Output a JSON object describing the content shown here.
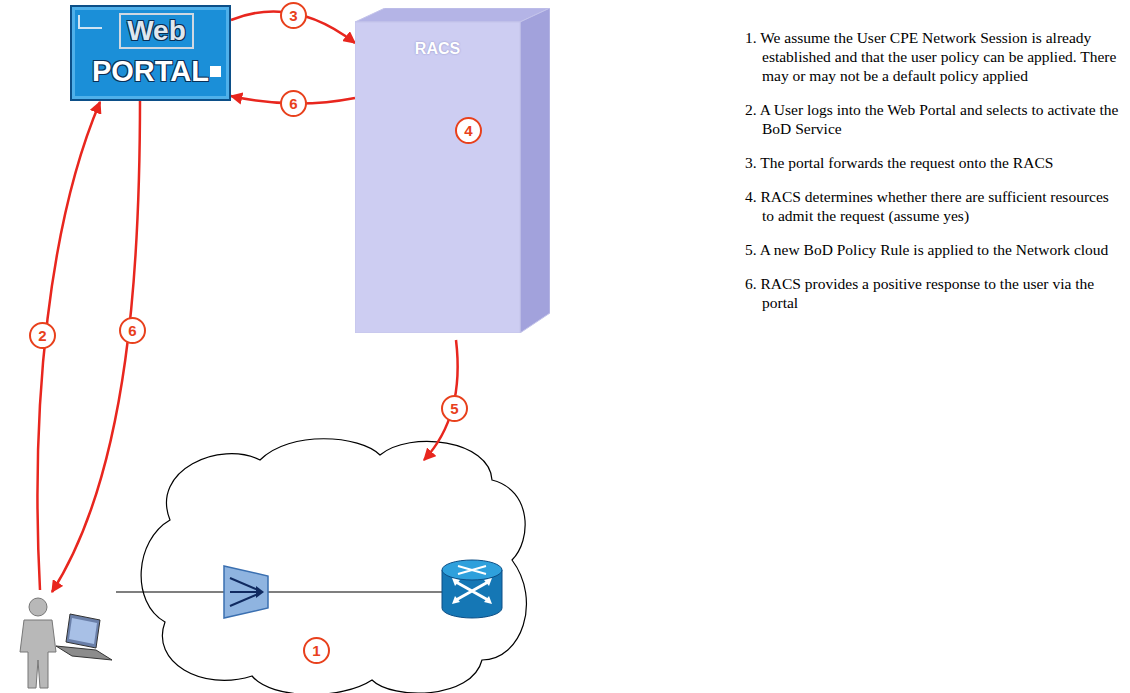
{
  "diagram": {
    "nodes": [
      {
        "text": [
          "Web",
          "PORTAL"
        ]
      },
      {
        "text": [
          "RACS"
        ]
      }
    ],
    "edges": [
      {
        "from": 0,
        "to": 1,
        "arrow": "to",
        "label": "3"
      },
      {
        "from": 1,
        "to": 0,
        "arrow": "to",
        "label": "6"
      }
    ],
    "labels": [
      "2",
      "6",
      "4",
      "5",
      "1",
      "1. We assume the User CPE Network Session is already established and that the user policy can be applied. There may or may not be a default policy applied",
      "2. A User logs into the Web Portal and selects to activate the BoD Service",
      "3. The portal forwards the request onto the RACS",
      "4. RACS determines whether there are sufficient resources to admit the request (assume yes)",
      "5. A new BoD Policy Rule is applied to the Network cloud",
      "6. RACS provides a positive response to the user via the portal"
    ]
  }
}
